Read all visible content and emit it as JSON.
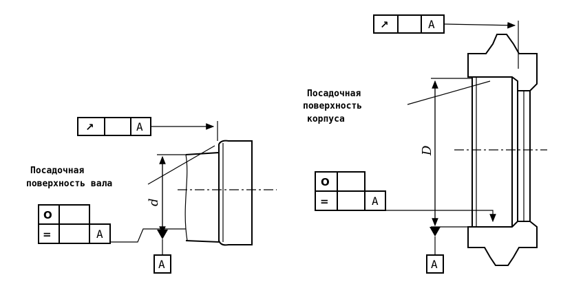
{
  "left": {
    "label_line1": "Посадочная",
    "label_line2": "поверхность вала",
    "runout_datum": "A",
    "frame_datum": "A",
    "datum_box": "A",
    "dim": "d"
  },
  "right": {
    "label_line1": "Посадочная",
    "label_line2": "поверхность",
    "label_line3": "корпуса",
    "runout_datum": "A",
    "frame_datum": "A",
    "datum_box": "A",
    "dim": "D"
  },
  "symbols": {
    "runout": "↗",
    "circularity": "O",
    "cylindricity": "="
  },
  "colors": {
    "ink": "#000000",
    "paper": "#ffffff"
  }
}
